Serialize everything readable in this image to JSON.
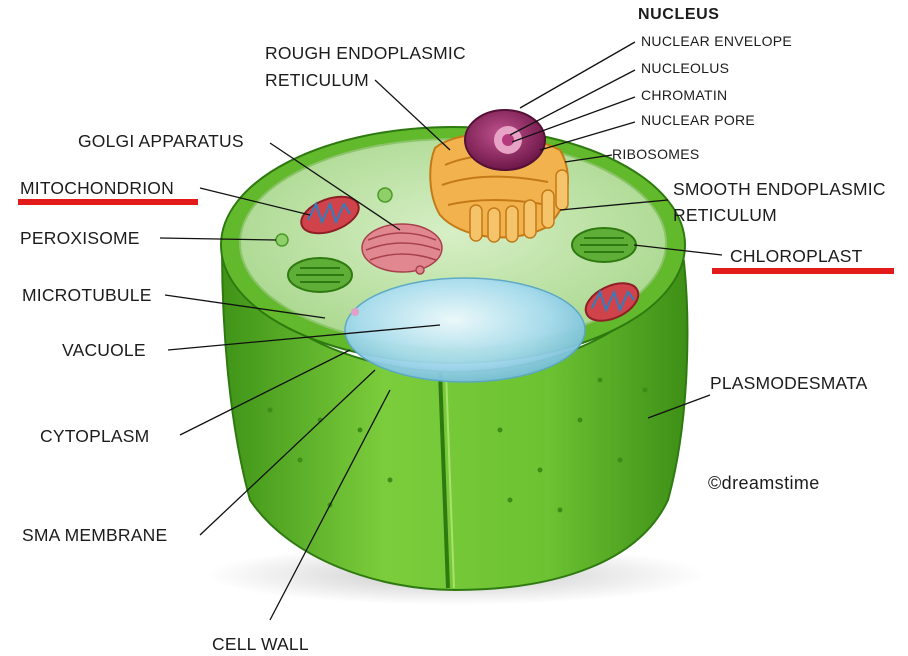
{
  "nucleus": {
    "heading": "NUCLEUS",
    "parts": [
      "NUCLEAR ENVELOPE",
      "NUCLEOLUS",
      "CHROMATIN",
      "NUCLEAR PORE"
    ]
  },
  "labels": {
    "rough_er_line1": "ROUGH ENDOPLASMIC",
    "rough_er_line2": "RETICULUM",
    "golgi": "GOLGI APPARATUS",
    "mitochondrion": "MITOCHONDRION",
    "peroxisome": "PEROXISOME",
    "microtubule": "MICROTUBULE",
    "vacuole": "VACUOLE",
    "cytoplasm": "CYTOPLASM",
    "membrane": "SMA MEMBRANE",
    "cell_wall": "CELL WALL",
    "ribosomes": "RIBOSOMES",
    "smooth_er_line1": "SMOOTH ENDOPLASMIC",
    "smooth_er_line2": "RETICULUM",
    "chloroplast": "CHLOROPLAST",
    "plasmodesmata": "PLASMODESMATA"
  },
  "watermark": "©dreamstime",
  "highlighted_labels": [
    "MITOCHONDRION",
    "CHLOROPLAST"
  ],
  "colors": {
    "highlight_underline": "#e31a1a",
    "cell_wall_green": "#5fb82a",
    "cytoplasm": "#bfe2a8",
    "vacuole": "#a9d8ee",
    "nucleus": "#9c2a6a",
    "er": "#f0a43a",
    "golgi": "#d9777f",
    "mitochondrion": "#cf3b43",
    "chloroplast": "#5cab36"
  }
}
